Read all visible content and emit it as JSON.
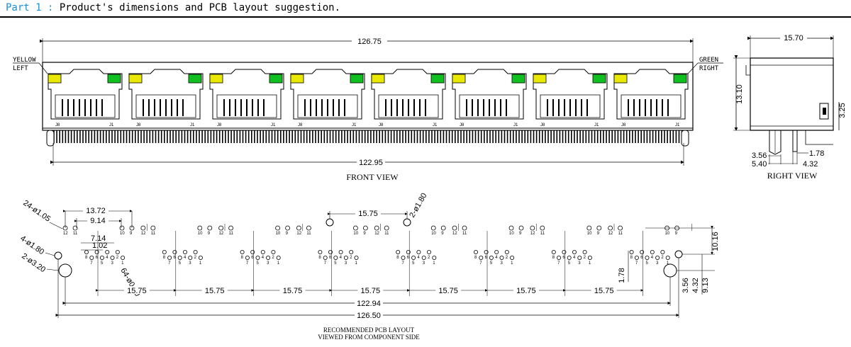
{
  "header": {
    "part": "Part 1 :",
    "title": "Product's dimensions and PCB layout suggestion."
  },
  "colors": {
    "part": "#1f8fd6",
    "led_yellow": "#e8e800",
    "led_green": "#10c020",
    "line": "#000000"
  },
  "front_view": {
    "caption": "FRONT VIEW",
    "yellow_label": "YELLOW",
    "left_label": "LEFT",
    "green_label": "GREEN",
    "right_label": "RIGHT",
    "width_dim": "126.75",
    "pin_span_dim": "122.95",
    "port_left_label": "J8",
    "port_right_label": "J1",
    "port_count": 8
  },
  "right_view": {
    "caption": "RIGHT VIEW",
    "depth_dim": "15.70",
    "height_dim": "13.10",
    "latch_dim": "3.25",
    "dim_356": "3.56",
    "dim_178": "1.78",
    "dim_540": "5.40",
    "dim_432": "4.32"
  },
  "pcb": {
    "caption_line1": "RECOMMENDED PCB LAYOUT",
    "caption_line2": "VIEWED FROM COMPONENT SIDE",
    "hole_24": "24-ø1.05",
    "hole_4": "4-ø1.80",
    "hole_2a": "2-ø3.20",
    "hole_2b": "2-ø1.80",
    "hole_64": "64-ø0.90",
    "dim_1372": "13.72",
    "dim_914": "9.14",
    "dim_714": "7.14",
    "dim_102": "1.02",
    "pitch": "15.75",
    "dim_12294": "122.94",
    "dim_12650": "126.50",
    "dim_1016": "10.16",
    "dim_178": "1.78",
    "dim_356": "3.56",
    "dim_432": "4.32",
    "dim_913": "9.13",
    "led_pin_labels": [
      "12",
      "11",
      "10",
      "9"
    ],
    "port_pin_labels": [
      "8",
      "7",
      "6",
      "5",
      "4",
      "3",
      "2",
      "1"
    ]
  }
}
